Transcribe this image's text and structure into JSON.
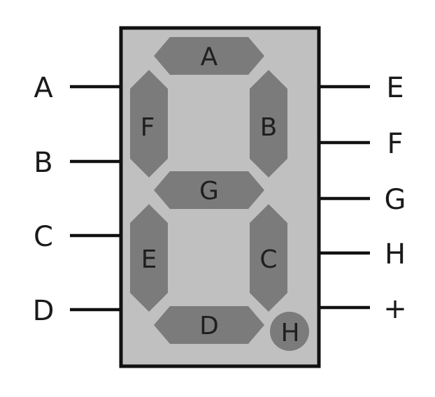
{
  "colors": {
    "background": "#ffffff",
    "body_fill": "#c0c0c0",
    "body_stroke": "#111111",
    "segment_fill": "#7b7b7b",
    "text": "#1a1a1a"
  },
  "left_pins": [
    {
      "label": "A"
    },
    {
      "label": "B"
    },
    {
      "label": "C"
    },
    {
      "label": "D"
    }
  ],
  "right_pins": [
    {
      "label": "E"
    },
    {
      "label": "F"
    },
    {
      "label": "G"
    },
    {
      "label": "H"
    },
    {
      "label": "+"
    }
  ],
  "segments": {
    "a": "A",
    "b": "B",
    "c": "C",
    "d": "D",
    "e": "E",
    "f": "F",
    "g": "G",
    "h": "H"
  }
}
